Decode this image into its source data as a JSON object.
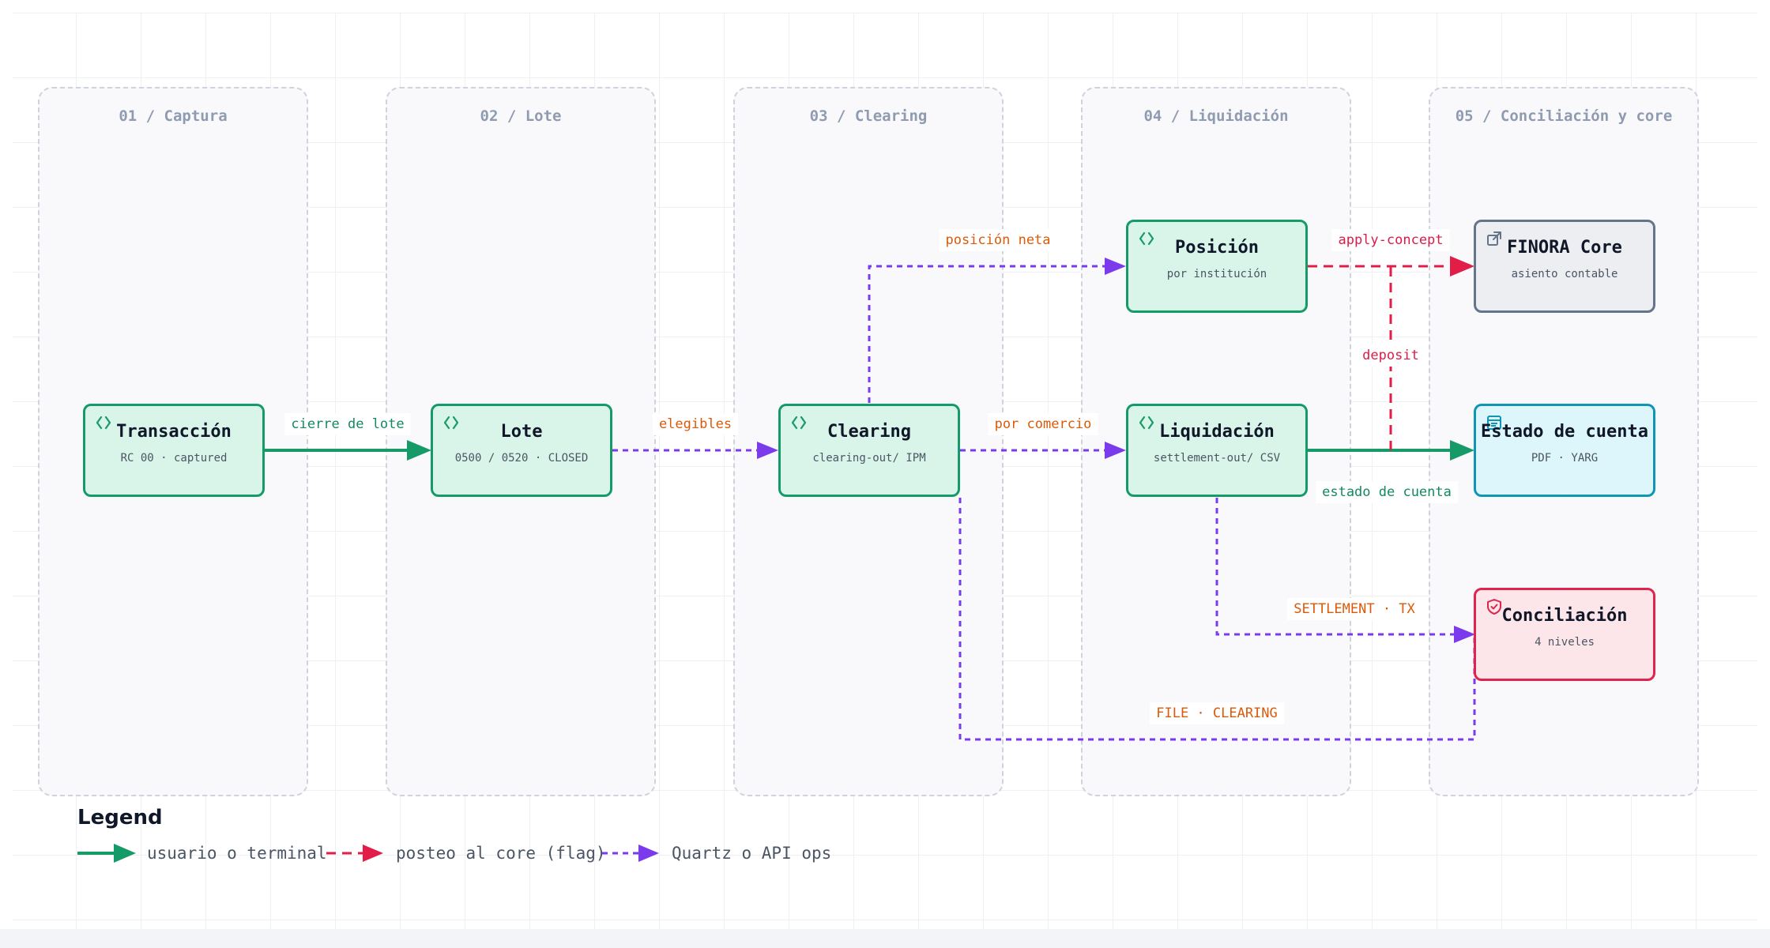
{
  "lanes": [
    {
      "title": "01 / Captura"
    },
    {
      "title": "02 / Lote"
    },
    {
      "title": "03 / Clearing"
    },
    {
      "title": "04 / Liquidación"
    },
    {
      "title": "05 / Conciliación y core"
    }
  ],
  "nodes": {
    "transaccion": {
      "title": "Transacción",
      "sub": "RC 00 · captured",
      "icon": "code-icon"
    },
    "lote": {
      "title": "Lote",
      "sub": "0500 / 0520 · CLOSED",
      "icon": "code-icon"
    },
    "clearing": {
      "title": "Clearing",
      "sub": "clearing-out/ IPM",
      "icon": "code-icon"
    },
    "posicion": {
      "title": "Posición",
      "sub": "por institución",
      "icon": "code-icon"
    },
    "liquidacion": {
      "title": "Liquidación",
      "sub": "settlement-out/ CSV",
      "icon": "code-icon"
    },
    "finora": {
      "title": "FINORA Core",
      "sub": "asiento contable",
      "icon": "external-link-icon"
    },
    "estado": {
      "title": "Estado de cuenta",
      "sub": "PDF · YARG",
      "icon": "document-icon"
    },
    "conciliacion": {
      "title": "Conciliación",
      "sub": "4 niveles",
      "icon": "shield-icon"
    }
  },
  "edges": {
    "cierre_de_lote": "cierre de lote",
    "elegibles": "elegibles",
    "posicion_neta": "posición neta",
    "por_comercio": "por comercio",
    "apply_concept": "apply-concept",
    "deposit": "deposit",
    "estado_de_cuenta": "estado de cuenta",
    "settlement_tx": "SETTLEMENT · TX",
    "file_clearing": "FILE · CLEARING"
  },
  "legend": {
    "title": "Legend",
    "items": [
      {
        "label": "usuario o terminal",
        "color": "#159a68",
        "style": "solid"
      },
      {
        "label": "posteo al core (flag)",
        "color": "#e11d48",
        "style": "dashed"
      },
      {
        "label": "Quartz o API ops",
        "color": "#7c3aed",
        "style": "dotted"
      }
    ]
  },
  "colors": {
    "green": "#159a68",
    "red": "#e11d48",
    "purple": "#7c3aed",
    "orange": "#db5a0a",
    "slate": "#64748b",
    "cyan": "#0e96b4"
  }
}
